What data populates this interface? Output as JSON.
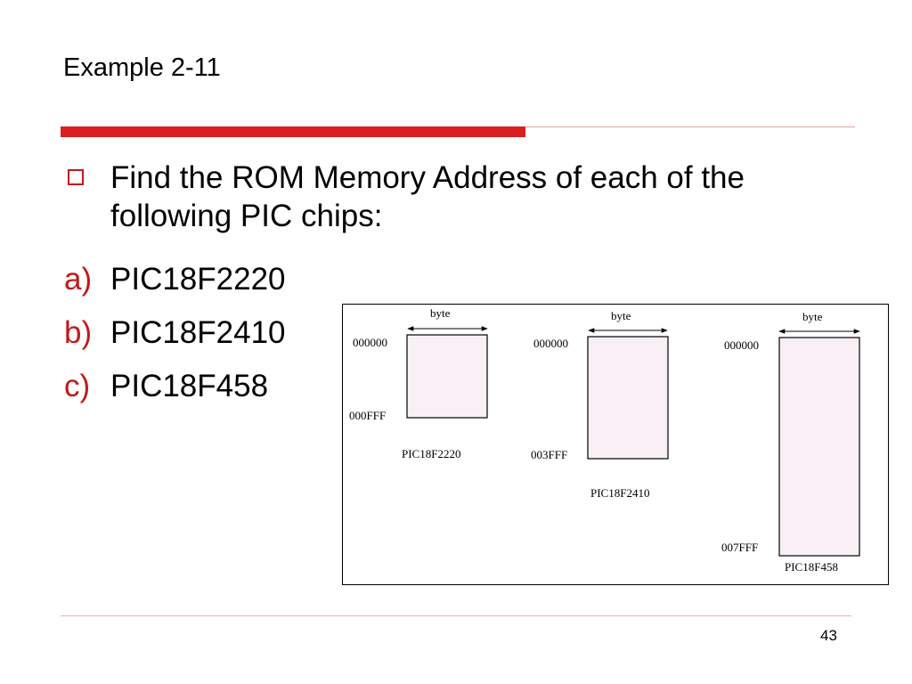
{
  "slide": {
    "title": "Example 2-11",
    "bullet": "Find the ROM Memory Address of each of the following PIC chips:",
    "items": [
      {
        "marker": "a)",
        "text": "PIC18F2220"
      },
      {
        "marker": "b)",
        "text": "PIC18F2410"
      },
      {
        "marker": "c)",
        "text": "PIC18F458"
      }
    ],
    "page_number": "43"
  },
  "diagram": {
    "width_label": "byte",
    "chips": [
      {
        "name": "PIC18F2220",
        "start": "000000",
        "end": "000FFF"
      },
      {
        "name": "PIC18F2410",
        "start": "000000",
        "end": "003FFF"
      },
      {
        "name": "PIC18F458",
        "start": "000000",
        "end": "007FFF"
      }
    ]
  },
  "colors": {
    "accent": "#d9201f",
    "marker": "#c0191b",
    "block_fill": "#f8f0f4"
  }
}
